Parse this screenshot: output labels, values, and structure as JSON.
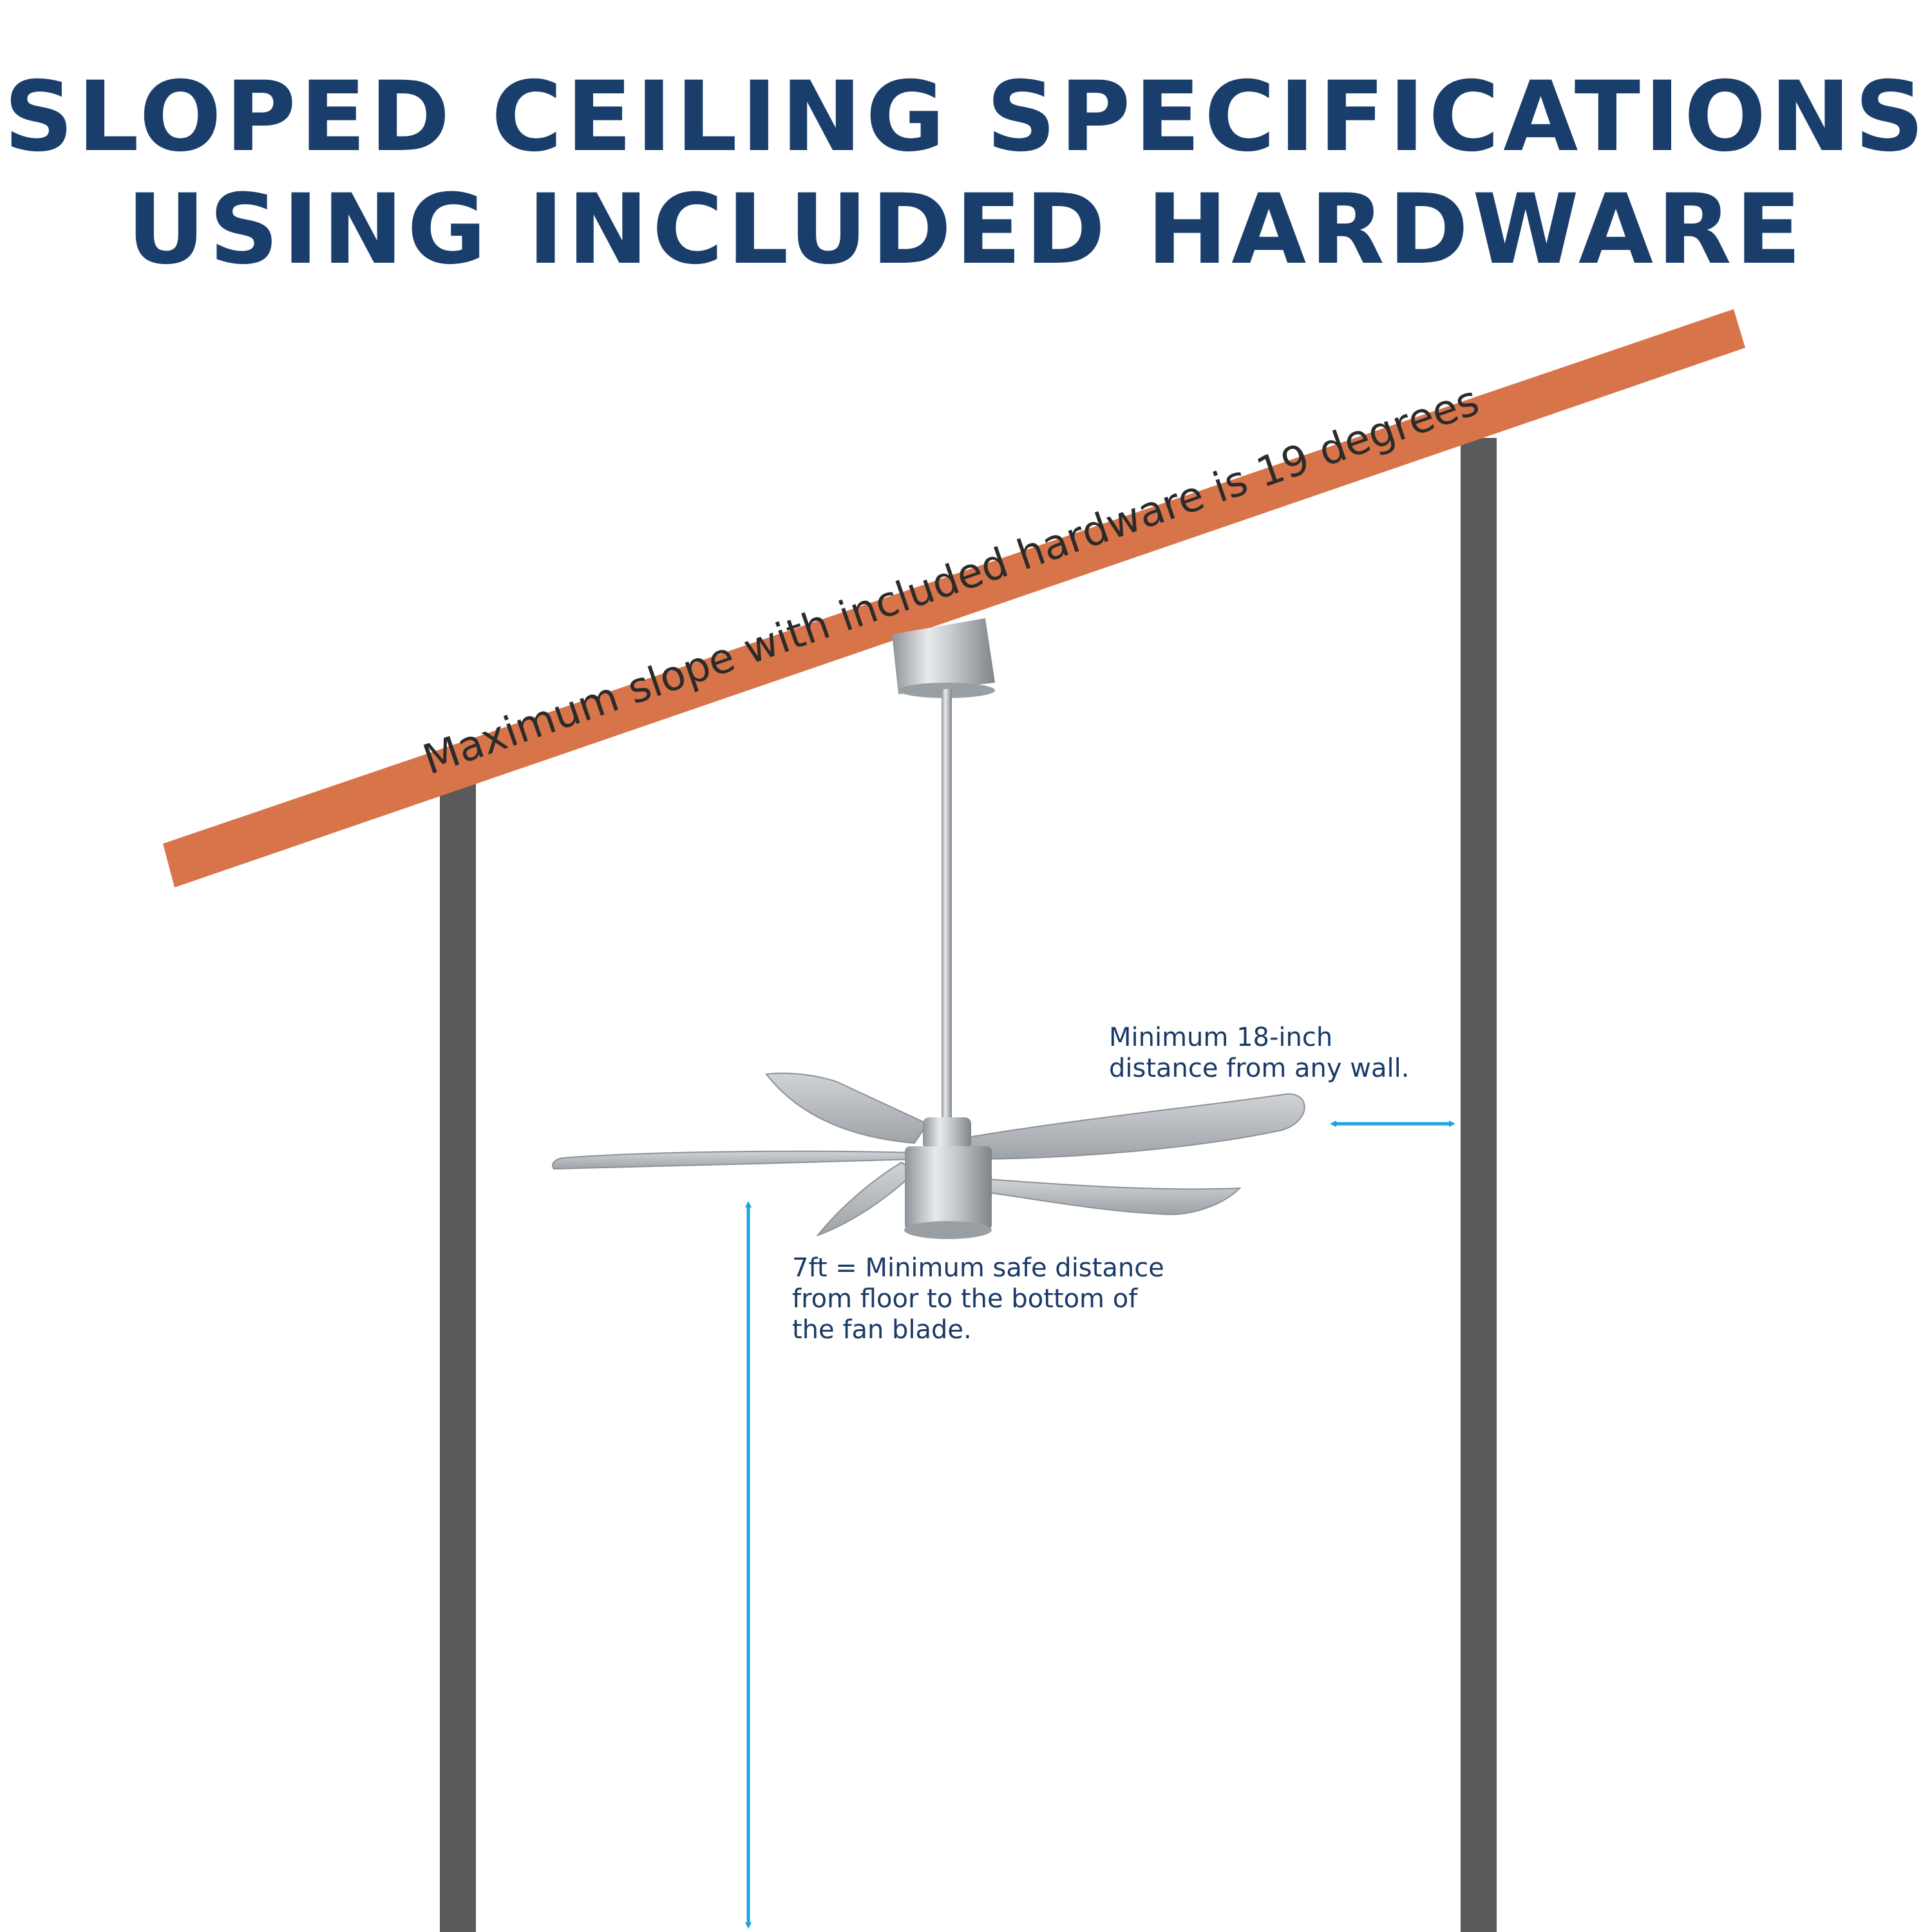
{
  "title": {
    "line1": "SLOPED CEILING SPECIFICATIONS",
    "line2": "USING INCLUDED HARDWARE"
  },
  "ceiling": {
    "label": "Maximum slope with included hardware is 19 degrees",
    "color": "#d8744a"
  },
  "wall_note": {
    "line1": "Minimum 18-inch",
    "line2": "distance from any wall."
  },
  "floor_note": {
    "line1": "7ft = Minimum safe distance",
    "line2": "from floor to the bottom  of",
    "line3": "the fan blade."
  },
  "colors": {
    "title": "#1a3e6b",
    "walls": "#5a5a5a",
    "arrows": "#1aa4e0",
    "fan": "#b8bcc0"
  }
}
